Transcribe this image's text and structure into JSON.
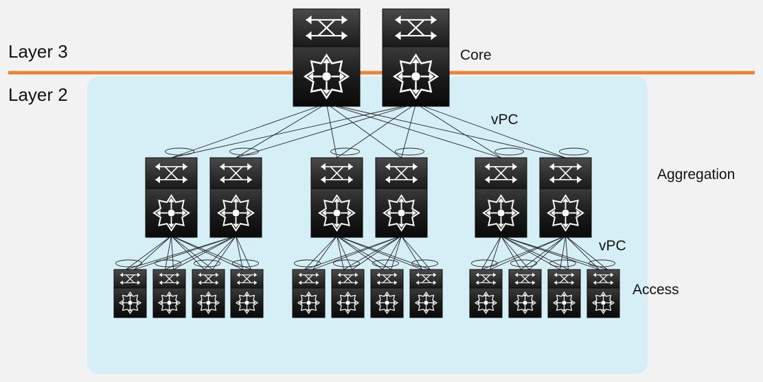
{
  "labels": {
    "layer3": "Layer 3",
    "layer2": "Layer 2",
    "core": "Core",
    "vpc_core": "vPC",
    "aggregation": "Aggregation",
    "vpc_access": "vPC",
    "access": "Access"
  },
  "colors": {
    "background": "#f2f2f2",
    "layer2_region": "#d6eef6",
    "layer_boundary": "#e8823a",
    "switch_body": "#1e1e1e",
    "link": "#222222"
  },
  "nodes": {
    "core_switches": [
      "core-switch-1",
      "core-switch-2"
    ],
    "aggregation_pairs": 3,
    "access_switches_per_pair": 4
  },
  "icons": [
    "switch-icon",
    "router-icon"
  ]
}
